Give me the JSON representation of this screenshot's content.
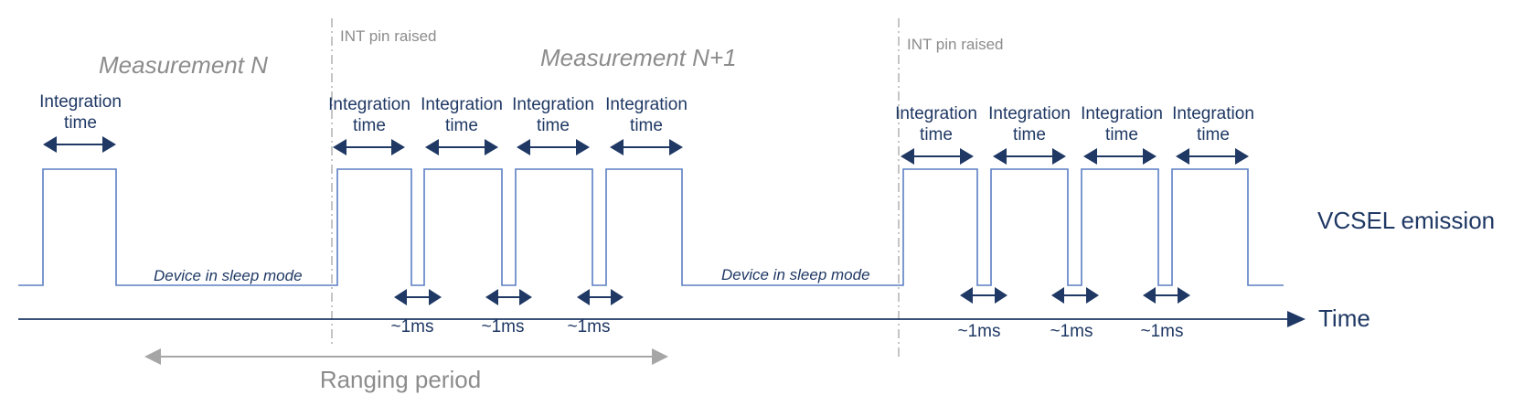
{
  "labels": {
    "measurement_n": "Measurement N",
    "measurement_n1": "Measurement N+1",
    "int_pin_raised": "INT pin raised",
    "integration_line1": "Integration",
    "integration_line2": "time",
    "sleep_mode": "Device in sleep mode",
    "gap": "~1ms",
    "vcsel": "VCSEL emission",
    "time_axis": "Time",
    "ranging_period": "Ranging period"
  },
  "colors": {
    "signal": "#5b7fc4",
    "arrow": "#1f3864",
    "text_dark": "#1f3864",
    "text_gray": "#8c8c8c",
    "axis": "#1f3864",
    "ranging_arrow": "#a6a6a6",
    "marker_line": "#a6a6a6"
  }
}
